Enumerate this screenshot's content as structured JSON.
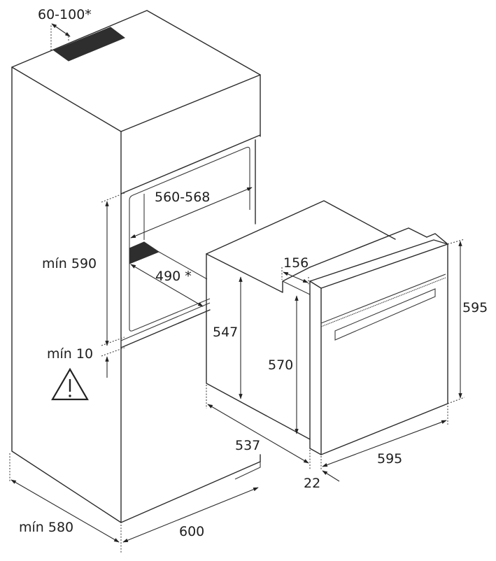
{
  "diagram": {
    "type": "built-in oven installation dimensions",
    "units": "mm",
    "colors": {
      "line": "#2b2b2b",
      "vent_fill": "#2e2e2e",
      "background": "#ffffff"
    },
    "cabinet": {
      "labels": {
        "top_vent_opening": "60-100*",
        "niche_width": "560-568",
        "niche_height": "mín 590",
        "bottom_vent_depth": "490 *",
        "gap_below_niche": "mín 10",
        "cabinet_depth": "mín 580",
        "cabinet_width": "600"
      },
      "warning_icon": "warning-triangle-icon"
    },
    "oven": {
      "labels": {
        "body_height": "547",
        "step_depth": "156",
        "front_inner_height": "570",
        "body_depth": "537",
        "front_height": "595",
        "front_width": "595",
        "front_panel_thickness": "22"
      }
    }
  }
}
